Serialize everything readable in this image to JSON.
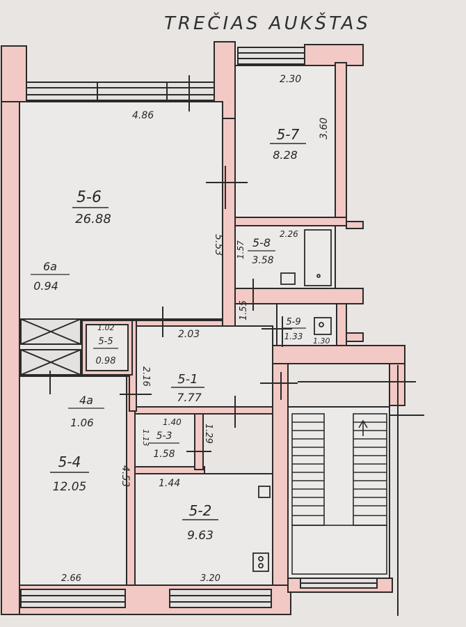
{
  "plan": {
    "title": "TREČIAS AUKŠTAS",
    "ink_color": "#2a2a2a",
    "wall_color": "#f2c9c4",
    "paper_color": "#e9e5e3",
    "rooms": {
      "r56": {
        "id": "5-6",
        "area": "26.88"
      },
      "r57": {
        "id": "5-7",
        "area": "8.28"
      },
      "r58": {
        "id": "5-8",
        "area": "3.58"
      },
      "r59": {
        "id": "5-9",
        "area": "1.33"
      },
      "r55": {
        "id": "5-5",
        "area": "0.98"
      },
      "r51": {
        "id": "5-1",
        "area": "7.77"
      },
      "r53": {
        "id": "5-3",
        "area": "1.58"
      },
      "r54": {
        "id": "5-4",
        "area": "12.05"
      },
      "r52": {
        "id": "5-2",
        "area": "9.63"
      },
      "r6a": {
        "id": "6a",
        "area": "0.94"
      },
      "r4a": {
        "id": "4a",
        "area": "1.06"
      }
    },
    "dims": {
      "d486": "4.86",
      "d230": "2.30",
      "d360": "3.60",
      "d553": "5.53",
      "d226": "2.26",
      "d157": "1.57",
      "d155": "1.55",
      "d102": "1.02",
      "d203": "2.03",
      "d216": "2.16",
      "d130": "1.30",
      "d140": "1.40",
      "d113": "1.13",
      "d129": "1.29",
      "d144": "1.44",
      "d453": "4.53",
      "d266": "2.66",
      "d320": "3.20"
    }
  }
}
